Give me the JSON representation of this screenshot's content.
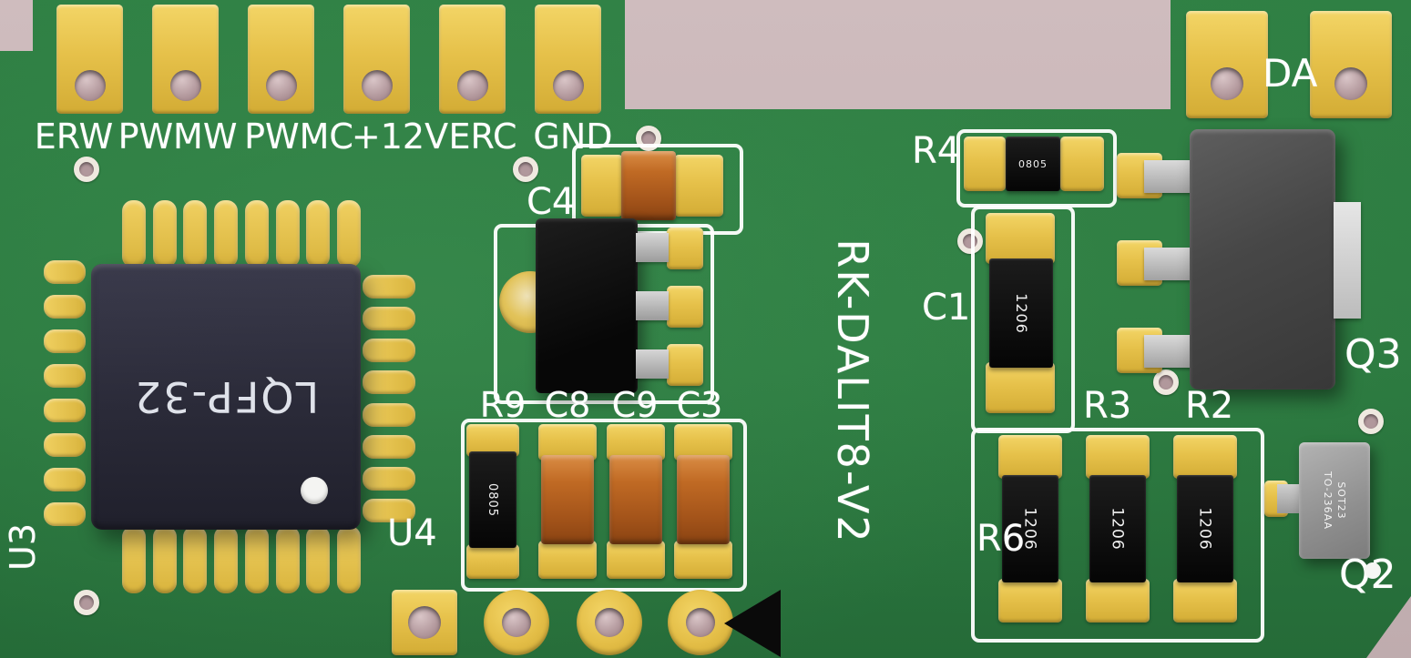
{
  "meta": {
    "description": "3D rendered view of a green printed circuit board",
    "board_name": "RK-DALIT8-V2"
  },
  "colors": {
    "board_green": "#2f8044",
    "pad_yellow": "#e6c14a",
    "background_substrate": "#c6b3b5",
    "capacitor_orange": "#b55c1c",
    "silkscreen_white": "#ffffff",
    "ic_body_navy": "#2a2a38",
    "chip_black": "#0d0d0d",
    "transistor_gray": "#474747"
  },
  "silkscreen": {
    "board_title": "RK-DALIT8-V2",
    "connector_labels": [
      "ERW",
      "PWMW",
      "PWMC",
      "+12V",
      "ERC",
      "GND"
    ],
    "refs": {
      "u3": "U3",
      "u4": "U4",
      "c4": "C4",
      "r9": "R9",
      "c8": "C8",
      "c9": "C9",
      "c3": "C3",
      "r4": "R4",
      "c1": "C1",
      "r3": "R3",
      "r2": "R2",
      "r6": "R6",
      "q3": "Q3",
      "q2": "Q2",
      "da": "DA"
    }
  },
  "markings": {
    "lqfp": "LQFP-32",
    "r9": "0805",
    "r4": "0805",
    "c1": "1206",
    "r6": "1206",
    "r3": "1206",
    "r2": "1206",
    "q2_package": "SOT23",
    "q2_type": "TO-236AA"
  }
}
